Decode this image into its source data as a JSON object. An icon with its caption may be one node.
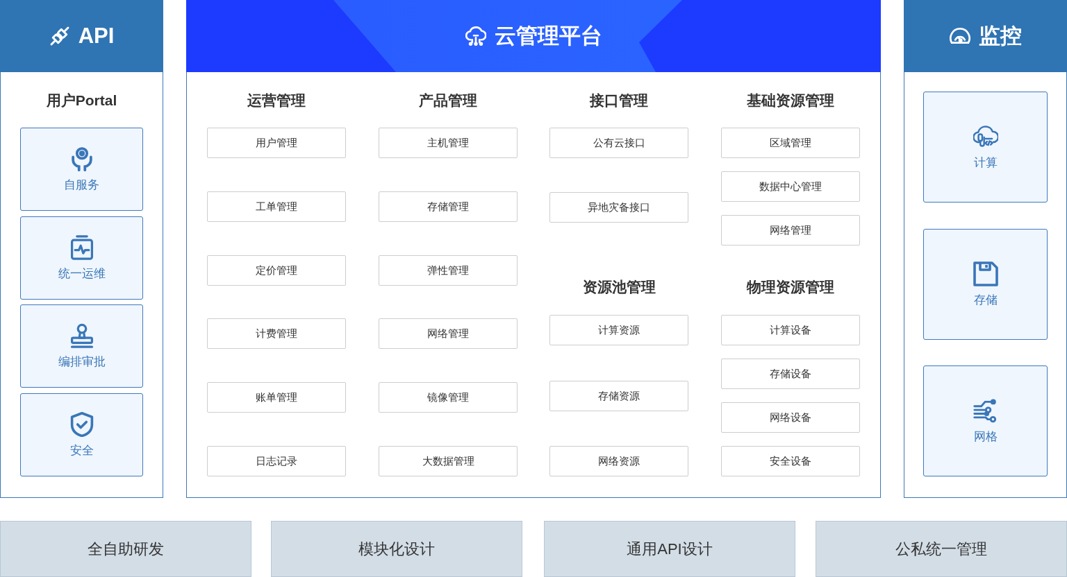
{
  "diagram": {
    "nodes": [
      {
        "text": [
          "API",
          "用户Portal"
        ]
      },
      {
        "text": [
          "自服务"
        ],
        "in": 0
      },
      {
        "text": [
          "统一运维"
        ],
        "in": 0
      },
      {
        "text": [
          "编排审批"
        ],
        "in": 0
      },
      {
        "text": [
          "安全"
        ],
        "in": 0
      },
      {
        "text": [
          "云管理平台"
        ]
      },
      {
        "text": [
          "用户管理"
        ],
        "in": 5
      },
      {
        "text": [
          "工单管理"
        ],
        "in": 5
      },
      {
        "text": [
          "定价管理"
        ],
        "in": 5
      },
      {
        "text": [
          "计费管理"
        ],
        "in": 5
      },
      {
        "text": [
          "账单管理"
        ],
        "in": 5
      },
      {
        "text": [
          "日志记录"
        ],
        "in": 5
      },
      {
        "text": [
          "主机管理"
        ],
        "in": 5
      },
      {
        "text": [
          "存储管理"
        ],
        "in": 5
      },
      {
        "text": [
          "弹性管理"
        ],
        "in": 5
      },
      {
        "text": [
          "网络管理"
        ],
        "in": 5
      },
      {
        "text": [
          "镜像管理"
        ],
        "in": 5
      },
      {
        "text": [
          "大数据管理"
        ],
        "in": 5
      },
      {
        "text": [
          "公有云接口"
        ],
        "in": 5
      },
      {
        "text": [
          "异地灾备接口"
        ],
        "in": 5
      },
      {
        "text": [
          "区域管理"
        ],
        "in": 5
      },
      {
        "text": [
          "数据中心管理"
        ],
        "in": 5
      },
      {
        "text": [
          "网络管理"
        ],
        "in": 5
      },
      {
        "text": [
          "计算资源"
        ],
        "in": 5
      },
      {
        "text": [
          "存储资源"
        ],
        "in": 5
      },
      {
        "text": [
          "网络资源"
        ],
        "in": 5
      },
      {
        "text": [
          "计算设备"
        ],
        "in": 5
      },
      {
        "text": [
          "存储设备"
        ],
        "in": 5
      },
      {
        "text": [
          "网络设备"
        ],
        "in": 5
      },
      {
        "text": [
          "安全设备"
        ],
        "in": 5
      },
      {
        "text": [
          "监控"
        ]
      },
      {
        "text": [
          "计算"
        ],
        "in": 30
      },
      {
        "text": [
          "存储"
        ],
        "in": 30
      },
      {
        "text": [
          "网格"
        ],
        "in": 30
      },
      {
        "text": [
          "全自助研发"
        ]
      },
      {
        "text": [
          "模块化设计"
        ]
      },
      {
        "text": [
          "通用API设计"
        ]
      },
      {
        "text": [
          "公私统一管理"
        ]
      }
    ],
    "labels": [
      "运营管理",
      "产品管理",
      "接口管理",
      "基础资源管理",
      "资源池管理",
      "物理资源管理"
    ]
  }
}
